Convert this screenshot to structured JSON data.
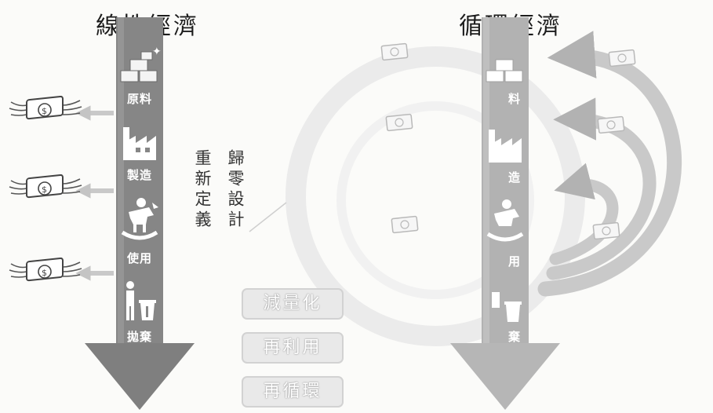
{
  "linear": {
    "title": "線性經濟",
    "stages": [
      "原料",
      "製造",
      "使用",
      "拋棄"
    ]
  },
  "circular": {
    "title": "循環經濟",
    "stages": [
      "料",
      "造",
      "用",
      "棄"
    ]
  },
  "redefine": {
    "col1": "重新定義",
    "col2": "歸零設計"
  },
  "r_boxes": [
    "減量化",
    "再利用",
    "再循環"
  ],
  "icons": {
    "raw_material": "gold-bars-icon",
    "manufacture": "factory-icon",
    "use": "rocking-horse-icon",
    "dispose": "trash-bin-icon",
    "money_lost": "flying-money-icon",
    "money_kept": "banknote-icon"
  },
  "colors": {
    "linear_arrow": "#808080",
    "circular_arrow": "#b0b0b0",
    "loop_arrow": "#c8c8c8",
    "faded_circle": "#e4e4e4"
  }
}
